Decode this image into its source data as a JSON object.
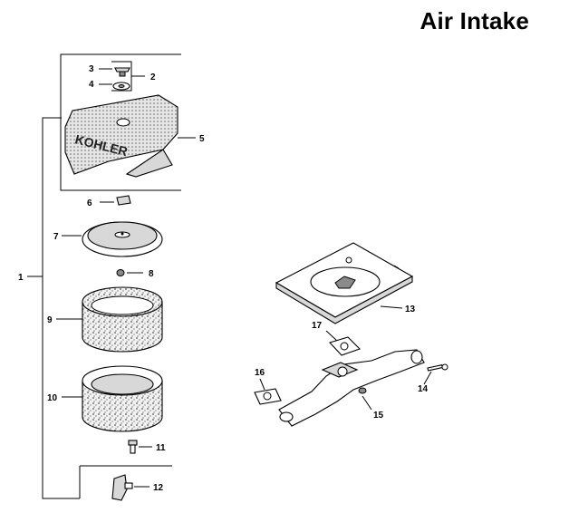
{
  "title": "Air Intake",
  "callouts": [
    "1",
    "2",
    "3",
    "4",
    "5",
    "6",
    "7",
    "8",
    "9",
    "10",
    "11",
    "12",
    "13",
    "14",
    "15",
    "16",
    "17"
  ],
  "cover_lettering": "KOHLER"
}
